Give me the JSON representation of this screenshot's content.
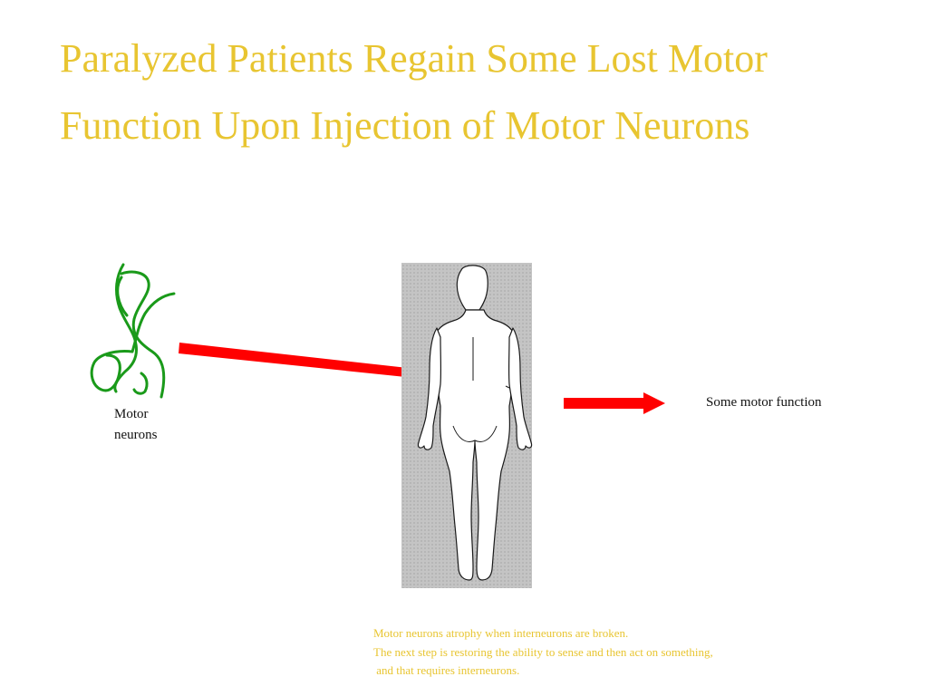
{
  "slide": {
    "title_lines": [
      "Paralyzed Patients Regain Some Lost Motor",
      "Function Upon Injection of Motor Neurons"
    ],
    "title_color": "#E8C531",
    "neuron_label_lines": [
      "Motor",
      "neurons"
    ],
    "outcome_label": "Some motor function",
    "footnote_lines": [
      "Motor neurons atrophy when interneurons are broken.",
      "The next step is restoring the ability to sense and then act on something,",
      " and that requires interneurons."
    ],
    "footnote_color": "#E8C531",
    "arrow_color": "#FF0000",
    "neuron_color": "#1A9A1A"
  }
}
